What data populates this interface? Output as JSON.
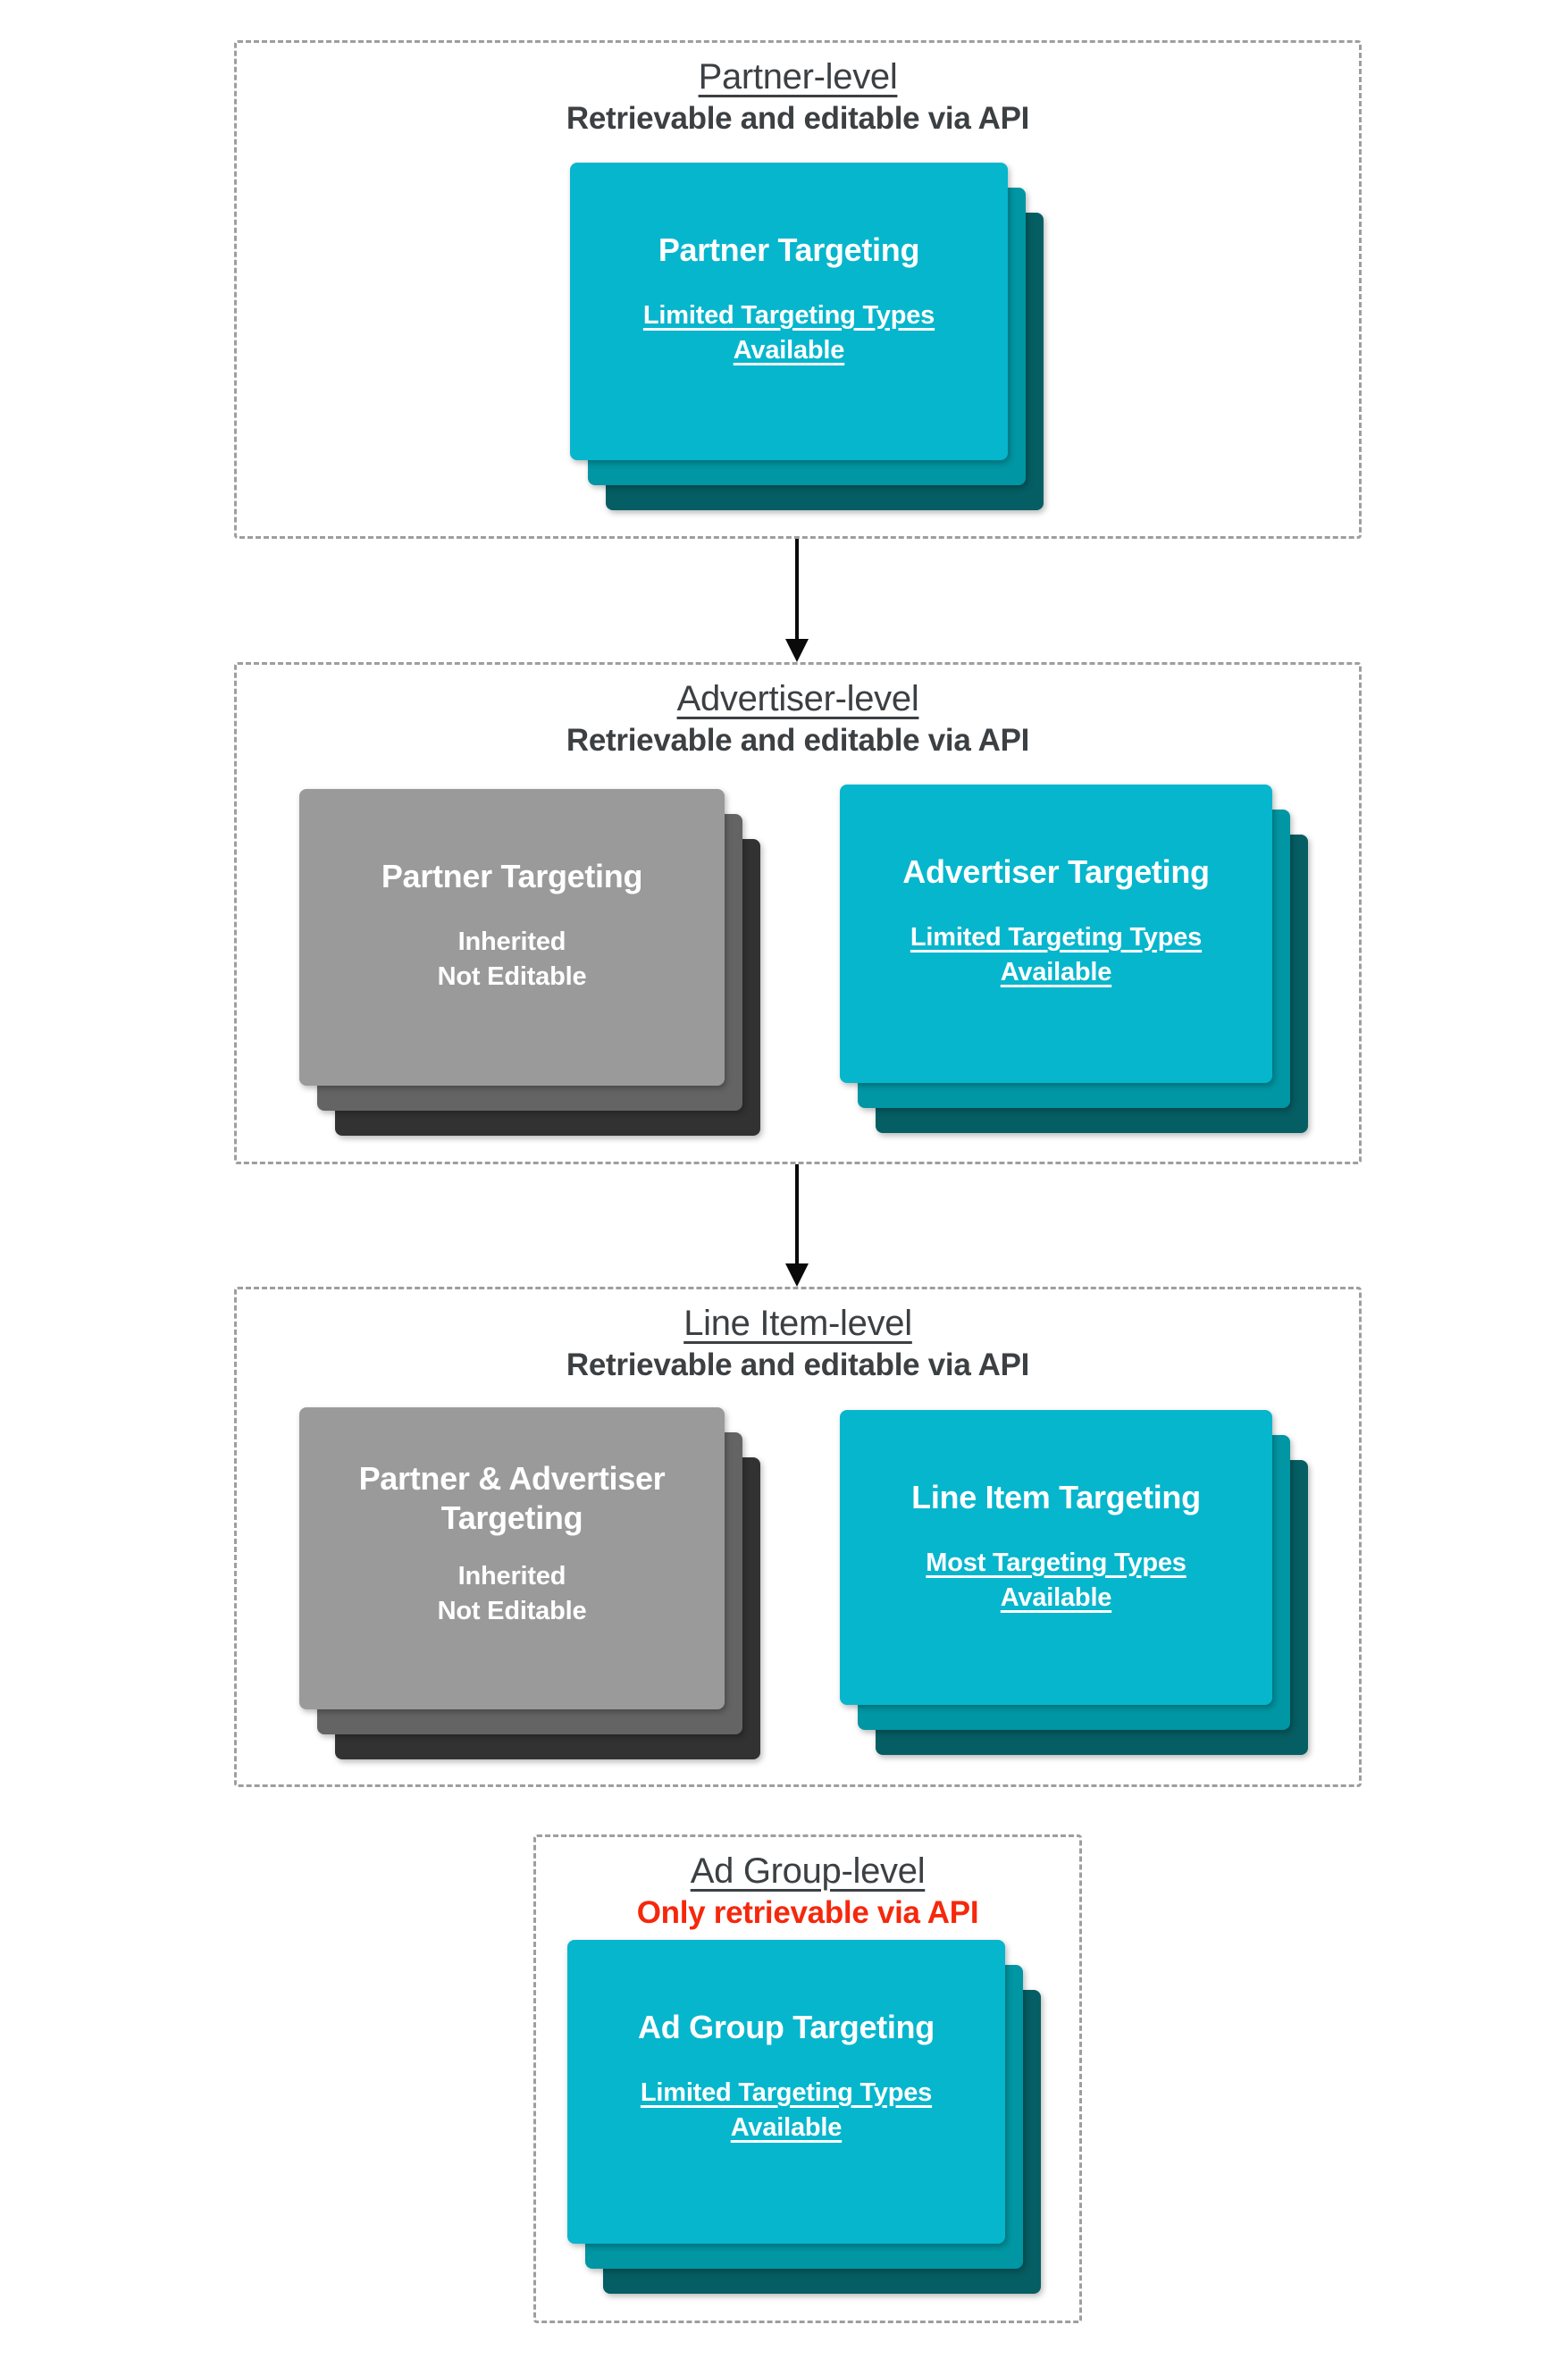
{
  "diagram": {
    "description": "Targeting hierarchy levels for API retrievability and editability",
    "colors": {
      "teal_card_front": "#06b6cd",
      "teal_card_middle": "#0096a3",
      "teal_card_back": "#055e63",
      "gray_card_front": "#9a9a9a",
      "gray_card_middle": "#646464",
      "gray_card_back": "#323232",
      "heading_text": "#3c4043",
      "alert_red_text": "#f5280c",
      "dashed_border": "#9e9e9e",
      "arrow": "#0a0a0a",
      "card_text": "#ffffff"
    }
  },
  "sections": [
    {
      "title": "Partner-level",
      "subtitle": "Retrievable and editable via API",
      "cards": [
        {
          "variant": "teal",
          "title_lines": [
            "Partner Targeting"
          ],
          "subtitle_lines": [
            "Limited Targeting Types",
            "Available"
          ],
          "subtitle_underline": true
        }
      ]
    },
    {
      "title": "Advertiser-level",
      "subtitle": "Retrievable and editable via API",
      "cards": [
        {
          "variant": "gray",
          "title_lines": [
            "Partner Targeting"
          ],
          "subtitle_lines": [
            "Inherited",
            "Not Editable"
          ],
          "subtitle_underline": false
        },
        {
          "variant": "teal",
          "title_lines": [
            "Advertiser Targeting"
          ],
          "subtitle_lines": [
            "Limited Targeting Types",
            "Available"
          ],
          "subtitle_underline": true
        }
      ]
    },
    {
      "title": "Line Item-level",
      "subtitle": "Retrievable and editable via API",
      "cards": [
        {
          "variant": "gray",
          "title_lines": [
            "Partner & Advertiser",
            "Targeting"
          ],
          "subtitle_lines": [
            "Inherited",
            "Not Editable"
          ],
          "subtitle_underline": false
        },
        {
          "variant": "teal",
          "title_lines": [
            "Line Item Targeting"
          ],
          "subtitle_lines": [
            "Most Targeting Types",
            "Available"
          ],
          "subtitle_underline": true
        }
      ]
    },
    {
      "title": "Ad Group-level",
      "subtitle": "Only retrievable via API",
      "subtitle_color": "#f5280c",
      "cards": [
        {
          "variant": "teal",
          "title_lines": [
            "Ad Group Targeting"
          ],
          "subtitle_lines": [
            "Limited Targeting Types",
            "Available"
          ],
          "subtitle_underline": true
        }
      ]
    }
  ],
  "arrows": [
    {
      "from": "Partner-level",
      "to": "Advertiser-level",
      "direction": "down"
    },
    {
      "from": "Advertiser-level",
      "to": "Line Item-level",
      "direction": "down"
    }
  ]
}
